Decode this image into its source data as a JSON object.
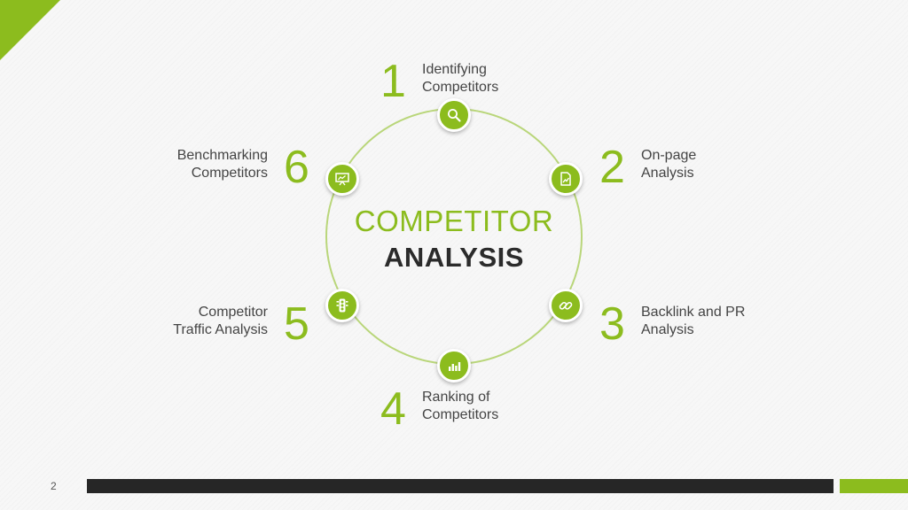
{
  "center_title": {
    "line1": "COMPETITOR",
    "line2": "ANALYSIS"
  },
  "steps": [
    {
      "number": "1",
      "label_line1": "Identifying",
      "label_line2": "Competitors",
      "icon": "search-icon"
    },
    {
      "number": "2",
      "label_line1": "On-page",
      "label_line2": "Analysis",
      "icon": "document-chart-icon"
    },
    {
      "number": "3",
      "label_line1": "Backlink and PR",
      "label_line2": "Analysis",
      "icon": "link-icon"
    },
    {
      "number": "4",
      "label_line1": "Ranking of",
      "label_line2": "Competitors",
      "icon": "bar-chart-icon"
    },
    {
      "number": "5",
      "label_line1": "Competitor",
      "label_line2": "Traffic Analysis",
      "icon": "traffic-light-icon"
    },
    {
      "number": "6",
      "label_line1": "Benchmarking",
      "label_line2": "Competitors",
      "icon": "presentation-board-icon"
    }
  ],
  "footer": {
    "page_number": "2"
  },
  "colors": {
    "accent": "#8cbc1e",
    "ring": "#b9d67a",
    "dark": "#262626",
    "text": "#444444"
  }
}
